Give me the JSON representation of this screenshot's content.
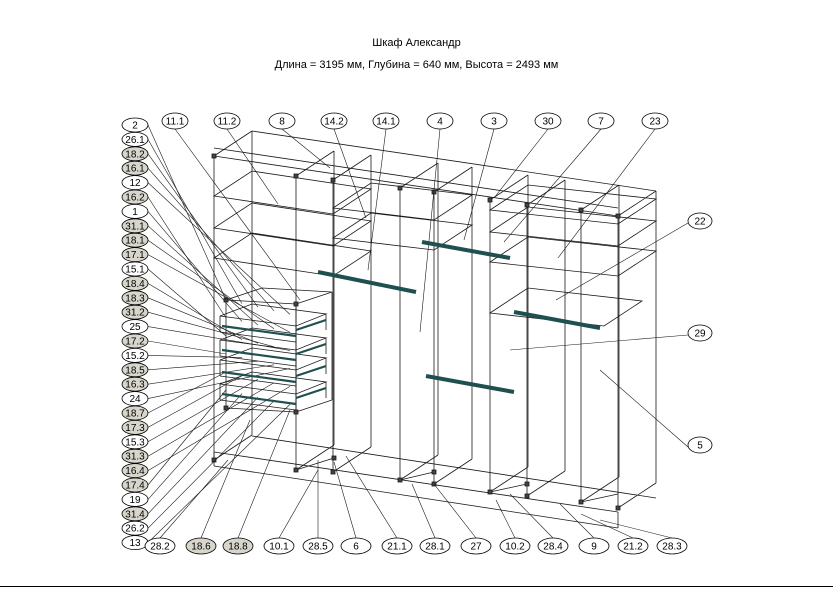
{
  "header": {
    "title": "Шкаф Александр",
    "subtitle": "Длина = 3195 мм, Глубина = 640 мм, Высота = 2493 мм"
  },
  "colors": {
    "line": "#1a1a1a",
    "rail": "#1f5050",
    "shaded_bubble": "#d8d6cc",
    "bubble": "#ffffff"
  },
  "labels": {
    "top": [
      "11.1",
      "11.2",
      "8",
      "14.2",
      "14.1",
      "4",
      "3",
      "30",
      "7",
      "23"
    ],
    "left": [
      "2",
      "26.1",
      "18.2",
      "16.1",
      "12",
      "16.2",
      "1",
      "31.1",
      "18.1",
      "17.1",
      "15.1",
      "18.4",
      "18.3",
      "31.2",
      "25",
      "17.2",
      "15.2",
      "18.5",
      "16.3",
      "24",
      "18.7",
      "17.3",
      "15.3",
      "31.3",
      "16.4",
      "17.4",
      "19",
      "31.4",
      "26.2",
      "13"
    ],
    "left_shaded": [
      "18.2",
      "16.1",
      "16.2",
      "31.1",
      "18.1",
      "17.1",
      "18.4",
      "18.3",
      "31.2",
      "17.2",
      "18.5",
      "16.3",
      "18.7",
      "17.3",
      "31.3",
      "16.4",
      "17.4",
      "31.4"
    ],
    "bottom": [
      "28.2",
      "18.6",
      "18.8",
      "10.1",
      "28.5",
      "6",
      "21.1",
      "28.1",
      "27",
      "10.2",
      "28.4",
      "9",
      "21.2",
      "28.3"
    ],
    "bottom_shaded": [
      "18.6",
      "18.8"
    ],
    "right": [
      "22",
      "29",
      "5"
    ]
  }
}
